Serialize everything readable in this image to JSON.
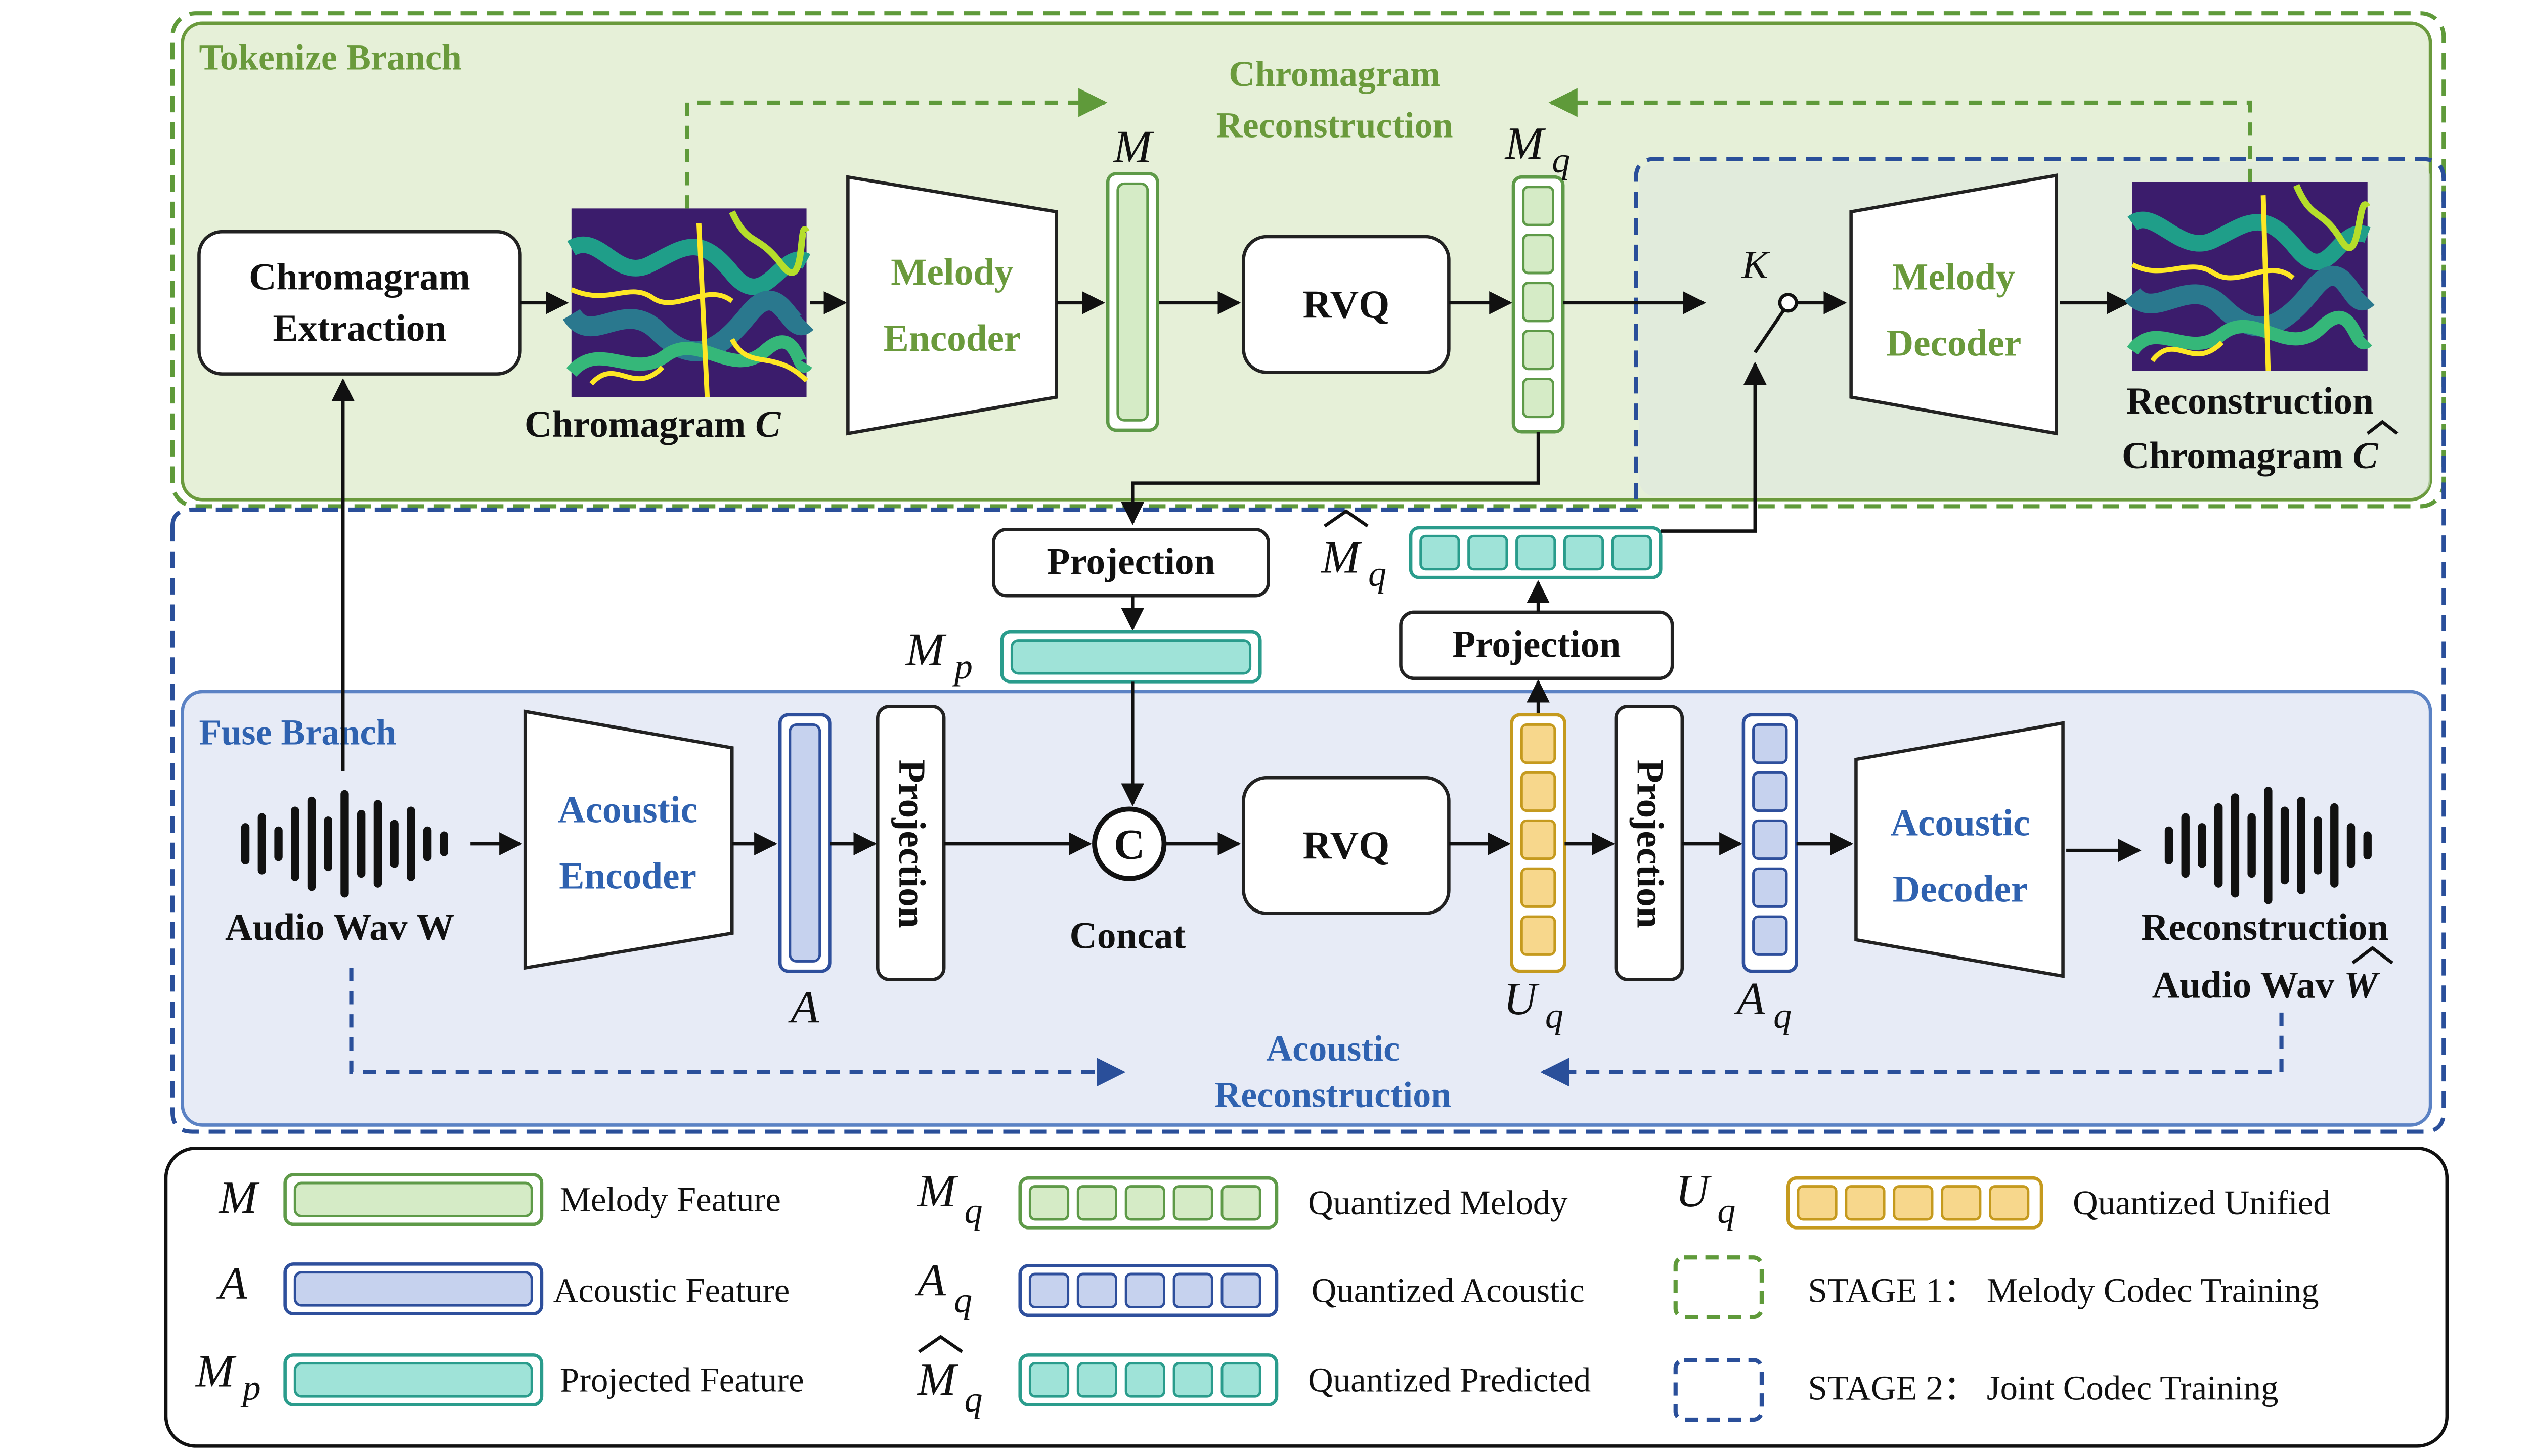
{
  "branches": {
    "tokenize": "Tokenize Branch",
    "fuse": "Fuse Branch"
  },
  "top": {
    "chroma_extraction": [
      "Chromagram",
      "Extraction"
    ],
    "chromagram_label": "Chromagram",
    "chromagram_symbol": "C",
    "melody_encoder": [
      "Melody",
      "Encoder"
    ],
    "m_label": "M",
    "chroma_recon": [
      "Chromagram",
      "Reconstruction"
    ],
    "rvq": "RVQ",
    "mq_main": "M",
    "mq_sub": "q",
    "k_label": "K",
    "melody_decoder": [
      "Melody",
      "Decoder"
    ],
    "recon_chroma": [
      "Reconstruction",
      "Chromagram"
    ],
    "recon_chroma_symbol": "C"
  },
  "middle": {
    "projection_left": "Projection",
    "projection_right": "Projection",
    "mp_main": "M",
    "mp_sub": "p",
    "mhat_main": "M",
    "mhat_sub": "q"
  },
  "bottom": {
    "audio_wav": "Audio Wav W",
    "acoustic_encoder": [
      "Acoustic",
      "Encoder"
    ],
    "a_label": "A",
    "projection_vertical_1": "Projection",
    "concat_symbol": "C",
    "concat_label": "Concat",
    "rvq": "RVQ",
    "uq_main": "U",
    "uq_sub": "q",
    "projection_vertical_2": "Projection",
    "aq_main": "A",
    "aq_sub": "q",
    "acoustic_decoder": [
      "Acoustic",
      "Decoder"
    ],
    "recon_audio": [
      "Reconstruction",
      "Audio Wav"
    ],
    "recon_audio_symbol": "W",
    "acoustic_recon": [
      "Acoustic",
      "Reconstruction"
    ]
  },
  "legend": {
    "items": [
      {
        "sym_main": "M",
        "sym_sub": "",
        "label": "Melody Feature"
      },
      {
        "sym_main": "A",
        "sym_sub": "",
        "label": "Acoustic Feature"
      },
      {
        "sym_main": "M",
        "sym_sub": "p",
        "label": "Projected Feature"
      },
      {
        "sym_main": "M",
        "sym_sub": "q",
        "label": "Quantized Melody"
      },
      {
        "sym_main": "A",
        "sym_sub": "q",
        "label": "Quantized Acoustic"
      },
      {
        "sym_main": "M",
        "sym_sub": "q",
        "label": "Quantized Predicted"
      },
      {
        "sym_main": "U",
        "sym_sub": "q",
        "label": "Quantized Unified"
      },
      {
        "sym_main": "",
        "sym_sub": "",
        "label": "STAGE 1： Melody Codec Training"
      },
      {
        "sym_main": "",
        "sym_sub": "",
        "label": "STAGE 2： Joint Codec Training"
      }
    ]
  },
  "colors": {
    "green_bg": "#e6f0d8",
    "green_dash": "#5f9a3a",
    "green_text": "#6a9a3c",
    "blue_bg": "#e7ebf6",
    "blue_dash": "#2a4f9a",
    "blue_text": "#2f62b0",
    "melody_fill": "#d5ebc6",
    "melody_stroke": "#5e9a48",
    "acoustic_fill": "#c6d2ee",
    "acoustic_stroke": "#2e4f9c",
    "proj_fill": "#9fe3d8",
    "proj_stroke": "#2a9c8c",
    "unified_fill": "#f7d78c",
    "unified_stroke": "#c59a1e"
  }
}
